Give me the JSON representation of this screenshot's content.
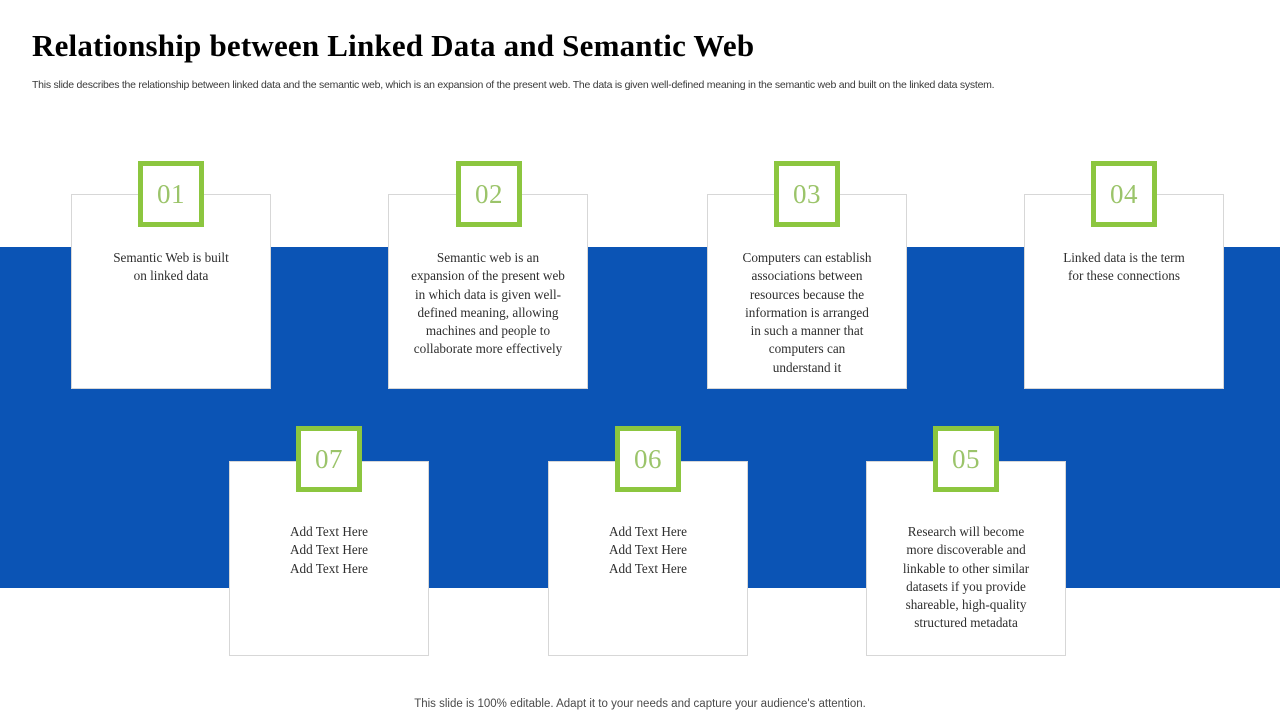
{
  "header": {
    "title": "Relationship between Linked Data and Semantic Web",
    "subtitle": "This slide describes the relationship between linked data and the semantic web, which is an expansion of the present web. The data is given well-defined meaning in the semantic web and built on the linked data system."
  },
  "theme": {
    "band_color": "#0B54B5",
    "accent_color": "#8CC63F",
    "number_text_color": "#9BC46A",
    "card_background": "#FFFFFF",
    "card_border_color": "#D7D7D7",
    "body_text_color": "#2E2E2E"
  },
  "cards": [
    {
      "number": "01",
      "text": "Semantic Web is built\non linked data",
      "row": "top"
    },
    {
      "number": "02",
      "text": "Semantic web is an\nexpansion of the present web\nin which data is given well-\ndefined meaning, allowing\nmachines and people to\ncollaborate more effectively",
      "row": "top"
    },
    {
      "number": "03",
      "text": "Computers can establish\nassociations between\nresources because the\ninformation is arranged\nin such a manner that\ncomputers can\nunderstand it",
      "row": "top"
    },
    {
      "number": "04",
      "text": "Linked data is the term\nfor these connections",
      "row": "top"
    },
    {
      "number": "07",
      "text": "Add Text Here\nAdd Text Here\nAdd Text Here",
      "row": "bottom"
    },
    {
      "number": "06",
      "text": "Add Text Here\nAdd Text Here\nAdd Text Here",
      "row": "bottom"
    },
    {
      "number": "05",
      "text": "Research will become\nmore discoverable and\nlinkable to other similar\ndatasets if you provide\nshareable, high-quality\nstructured metadata",
      "row": "bottom"
    }
  ],
  "footer": {
    "note": "This slide is 100% editable. Adapt it to your needs and capture your audience's attention."
  }
}
